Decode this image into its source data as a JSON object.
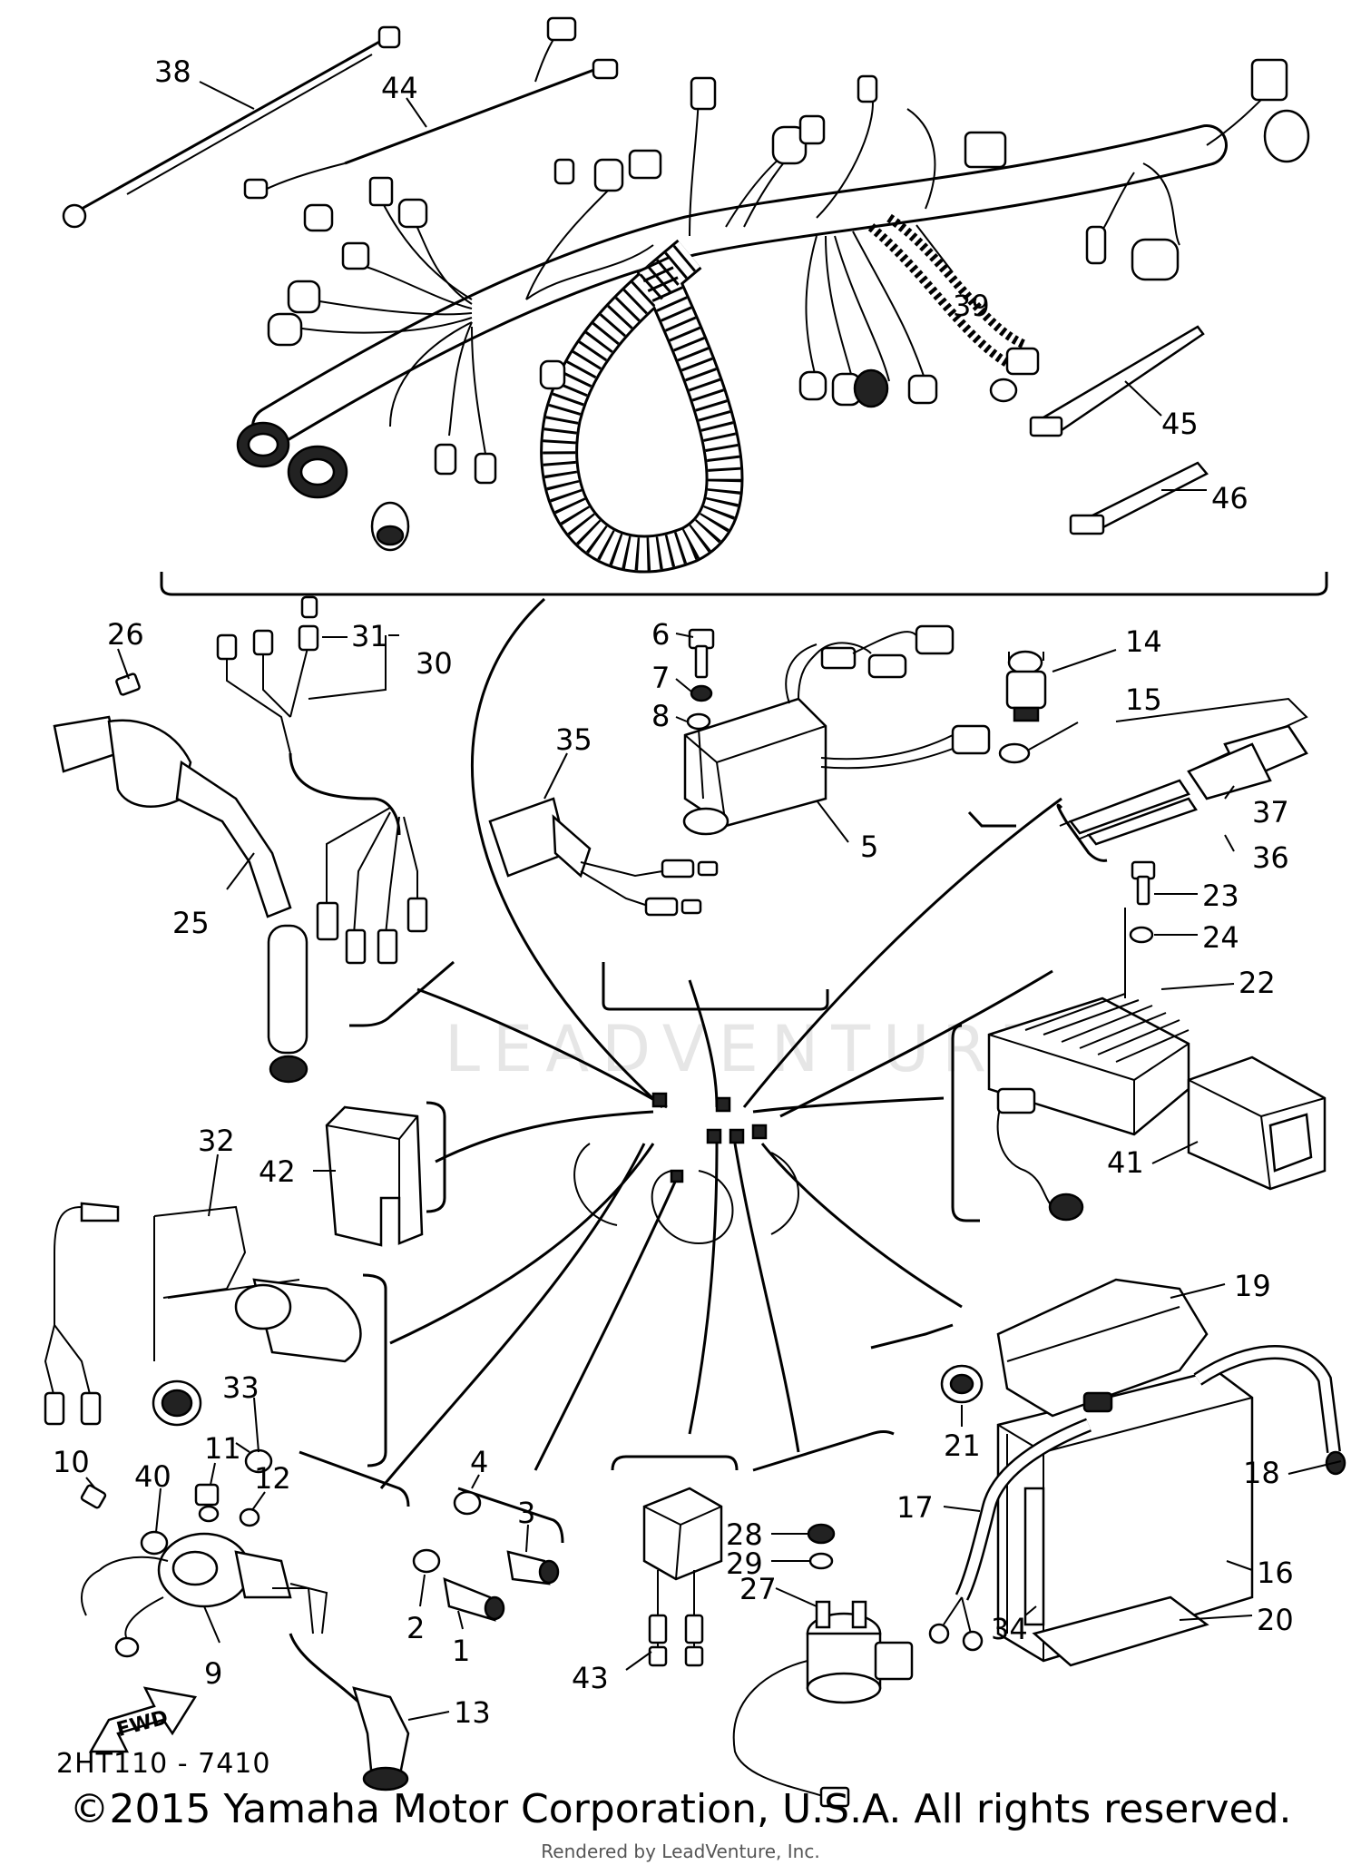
{
  "diagram": {
    "callouts": [
      "1",
      "2",
      "3",
      "4",
      "5",
      "6",
      "7",
      "8",
      "9",
      "10",
      "11",
      "12",
      "13",
      "14",
      "15",
      "16",
      "17",
      "18",
      "19",
      "20",
      "21",
      "22",
      "23",
      "24",
      "25",
      "26",
      "27",
      "28",
      "29",
      "30",
      "31",
      "32",
      "33",
      "34",
      "35",
      "36",
      "37",
      "38",
      "39",
      "40",
      "41",
      "42",
      "43",
      "44",
      "45",
      "46"
    ],
    "fwd_label": "FWD",
    "watermark": "LEADVENTURE",
    "drawing_code": "2HT110 - 7410",
    "copyright": "©2015 Yamaha Motor Corporation, U.S.A. All rights reserved.",
    "rendered_by": "Rendered by LeadVenture, Inc."
  }
}
